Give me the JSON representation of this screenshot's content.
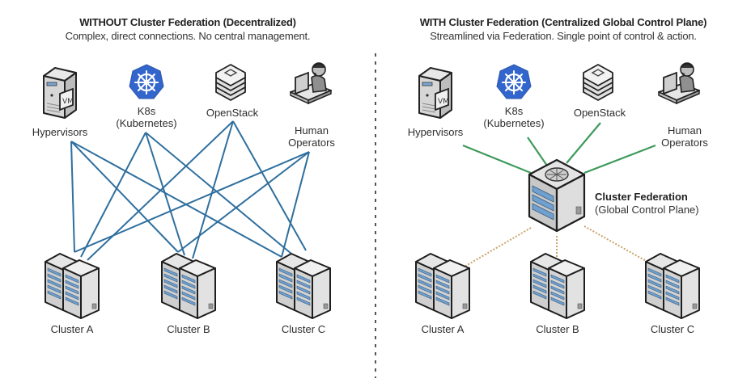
{
  "left_panel": {
    "title": "WITHOUT Cluster Federation (Decentralized)",
    "subtitle": "Complex, direct connections. No central management.",
    "sources": [
      {
        "id": "hypervisors",
        "icon": "vm-server-icon",
        "label_lines": [
          "Hypervisors"
        ]
      },
      {
        "id": "k8s",
        "icon": "kubernetes-helm-icon",
        "label_lines": [
          "K8s",
          "(Kubernetes)"
        ]
      },
      {
        "id": "openstack",
        "icon": "openstack-stack-icon",
        "label_lines": [
          "OpenStack"
        ]
      },
      {
        "id": "operators",
        "icon": "human-operator-icon",
        "label_lines": [
          "Human",
          "Operators"
        ]
      }
    ],
    "clusters": [
      {
        "id": "a",
        "icon": "server-rack-icon",
        "label": "Cluster A"
      },
      {
        "id": "b",
        "icon": "server-rack-icon",
        "label": "Cluster B"
      },
      {
        "id": "c",
        "icon": "server-rack-icon",
        "label": "Cluster C"
      }
    ],
    "connections": "every source to every cluster (direct mesh)",
    "line_color": "#2f6f9e"
  },
  "right_panel": {
    "title": "WITH Cluster Federation (Centralized Global Control Plane)",
    "subtitle": "Streamlined via Federation. Single point of control & action.",
    "sources": [
      {
        "id": "hypervisors",
        "icon": "vm-server-icon",
        "label_lines": [
          "Hypervisors"
        ]
      },
      {
        "id": "k8s",
        "icon": "kubernetes-helm-icon",
        "label_lines": [
          "K8s",
          "(Kubernetes)"
        ]
      },
      {
        "id": "openstack",
        "icon": "openstack-stack-icon",
        "label_lines": [
          "OpenStack"
        ]
      },
      {
        "id": "operators",
        "icon": "human-operator-icon",
        "label_lines": [
          "Human",
          "Operators"
        ]
      }
    ],
    "hub": {
      "icon": "federation-server-icon",
      "title": "Cluster Federation",
      "subtitle": "(Global Control Plane)"
    },
    "clusters": [
      {
        "id": "a",
        "icon": "server-rack-icon",
        "label": "Cluster A"
      },
      {
        "id": "b",
        "icon": "server-rack-icon",
        "label": "Cluster B"
      },
      {
        "id": "c",
        "icon": "server-rack-icon",
        "label": "Cluster C"
      }
    ],
    "source_line_color": "#3f9a5c",
    "cluster_line_color": "#c9a46a"
  },
  "divider_color": "#555555",
  "k8s_color": "#3366cc"
}
